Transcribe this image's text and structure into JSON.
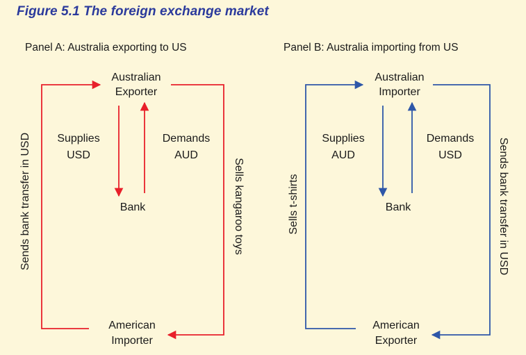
{
  "figure": {
    "title": "Figure 5.1  The foreign exchange market"
  },
  "panel_a": {
    "title": "Panel A: Australia exporting to US",
    "top_node": [
      "Australian",
      "Exporter"
    ],
    "bottom_node": [
      "American",
      "Importer"
    ],
    "bank": "Bank",
    "left_arrow_label": [
      "Supplies",
      "USD"
    ],
    "right_arrow_label": [
      "Demands",
      "AUD"
    ],
    "left_side_label": "Sends bank transfer in USD",
    "right_side_label": "Sells kangaroo toys"
  },
  "panel_b": {
    "title": "Panel B: Australia importing from US",
    "top_node": [
      "Australian",
      "Importer"
    ],
    "bottom_node": [
      "American",
      "Exporter"
    ],
    "bank": "Bank",
    "left_arrow_label": [
      "Supplies",
      "AUD"
    ],
    "right_arrow_label": [
      "Demands",
      "USD"
    ],
    "left_side_label": "Sells t-shirts",
    "right_side_label": "Sends bank transfer in USD"
  },
  "colors": {
    "panel_a": "#e8202a",
    "panel_b": "#2e57a8",
    "title": "#2b3a9c"
  }
}
